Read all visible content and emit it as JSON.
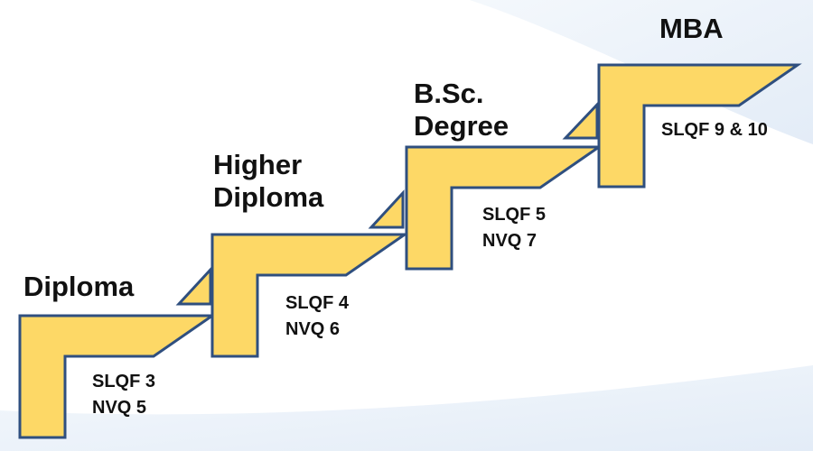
{
  "colors": {
    "step_fill": "#FDD866",
    "step_stroke": "#2F4F7F",
    "text": "#111111",
    "background_light": "#EAF1F9"
  },
  "steps": [
    {
      "title": "Diploma",
      "level": "SLQF 3\nNVQ 5"
    },
    {
      "title": "Higher\nDiploma",
      "level": "SLQF 4\nNVQ 6"
    },
    {
      "title": "B.Sc.\nDegree",
      "level": "SLQF 5\nNVQ 7"
    },
    {
      "title": "MBA",
      "level": "SLQF 9 & 10"
    }
  ]
}
